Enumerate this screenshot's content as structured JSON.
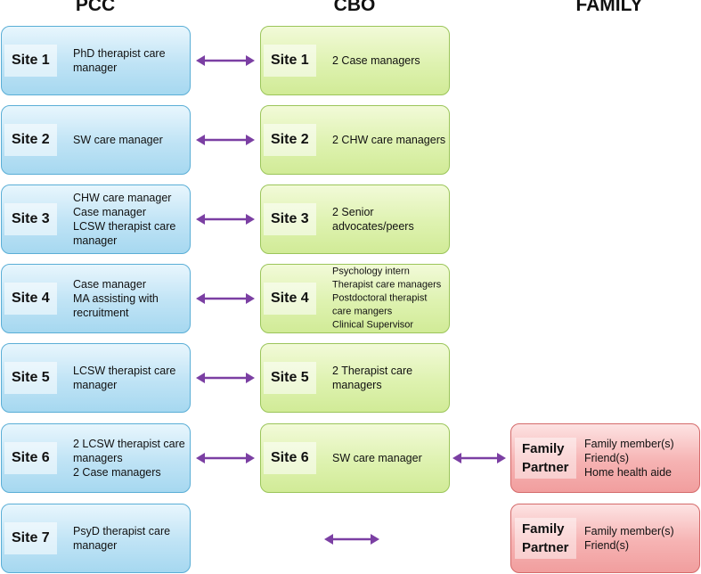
{
  "headers": {
    "pcc": "PCC",
    "cbo": "CBO",
    "family": "FAMILY"
  },
  "colors": {
    "pcc_fill": "#bfe3f5",
    "pcc_border": "#5aaed6",
    "cbo_fill": "#def2b0",
    "cbo_border": "#9bc55a",
    "family_fill": "#f6b3b3",
    "family_border": "#d46a6a",
    "arrow": "#7b3fa3"
  },
  "pcc": [
    {
      "site": "Site 1",
      "lines": [
        "PhD therapist care",
        "manager"
      ]
    },
    {
      "site": "Site 2",
      "lines": [
        "SW care manager"
      ]
    },
    {
      "site": "Site 3",
      "lines": [
        "CHW care manager",
        "Case manager",
        "LCSW  therapist care",
        "manager"
      ]
    },
    {
      "site": "Site 4",
      "lines": [
        "Case manager",
        "MA assisting with",
        "recruitment"
      ]
    },
    {
      "site": "Site 5",
      "lines": [
        "LCSW therapist care",
        "manager"
      ]
    },
    {
      "site": "Site 6",
      "lines": [
        "2 LCSW therapist care",
        "managers",
        "2 Case managers"
      ]
    },
    {
      "site": "Site 7",
      "lines": [
        "PsyD therapist care",
        "manager"
      ]
    }
  ],
  "cbo": [
    {
      "site": "Site 1",
      "lines": [
        "2 Case managers"
      ]
    },
    {
      "site": "Site 2",
      "lines": [
        "2 CHW care managers"
      ]
    },
    {
      "site": "Site 3",
      "lines": [
        "2 Senior",
        "advocates/peers"
      ]
    },
    {
      "site": "Site 4",
      "lines": [
        "Psychology intern",
        "Therapist care managers",
        "Postdoctoral therapist",
        "care mangers",
        "Clinical Supervisor"
      ]
    },
    {
      "site": "Site 5",
      "lines": [
        "2 Therapist care",
        "managers"
      ]
    },
    {
      "site": "Site 6",
      "lines": [
        "SW care manager"
      ]
    }
  ],
  "family": [
    {
      "label1": "Family",
      "label2": "Partner",
      "lines": [
        "Family member(s)",
        "Friend(s)",
        "Home health aide"
      ]
    },
    {
      "label1": "Family",
      "label2": "Partner",
      "lines": [
        "Family member(s)",
        "Friend(s)"
      ]
    }
  ]
}
